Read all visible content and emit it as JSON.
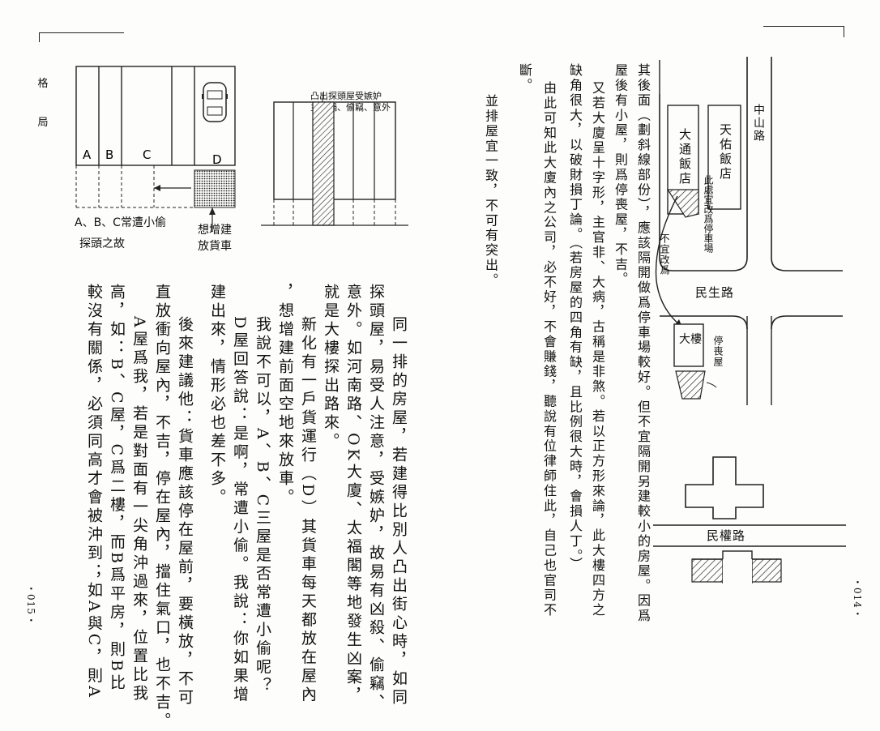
{
  "left_page": {
    "header": [
      "格",
      "局"
    ],
    "page_number": "・015・",
    "fig1": {
      "shops": [
        "A",
        "B",
        "C",
        "D"
      ],
      "caption_lines": [
        "A、B、C常遭小偷",
        "探頭之故"
      ],
      "note_lines": [
        "想增建",
        "放貨車"
      ]
    },
    "fig2": {
      "caption_lines": [
        "凸出探頭屋受嫉妒",
        "主兇禍、偷竊、意外"
      ]
    },
    "body_columns": [
      "同一排的房屋，若建得比別人凸出街心時，如同",
      "探頭屋，易受人注意，受嫉妒，故易有凶殺、偷竊、",
      "意外。如河南路、OK大廈、太福閣等地發生凶案，",
      "就是大樓探出路來。",
      "新化有一戶貨運行（D）其貨車每天都放在屋內",
      "，想增建前面空地來放車。",
      "我說不可以，A、B、C三屋是否常遭小偷呢？",
      "D屋回答說：是啊，常遭小偷。我說：你如果增",
      "建出來，情形必也差不多。",
      "後來建議他：貨車應該停在屋前，要橫放，不可",
      "直放衝向屋內，不吉，停在屋內，擋住氣口，也不吉。",
      "A屋爲我，若是對面有一尖角沖過來，位置比我",
      "高，如：B、C屋，C爲二樓，而B爲平房，則B比",
      "較沒有關係，必須同高才會被沖到；如A與C，則A"
    ]
  },
  "right_page": {
    "page_number": "・014・",
    "body_columns": [
      "其後面（劃斜線部份），應該隔開做爲停車場較好。但不宜隔開另建較小的房屋。因爲",
      "屋後有小屋，則爲停喪屋，不吉。",
      "又若大廈呈十字形，主官非、大病，古稱是非煞。若以正方形來論，此大樓四方之",
      "缺角很大，以破財損丁論。（若房屋的四角有缺，且比例很大時，會損人丁。）",
      "由此可知此大廈內之公司，必不好，不會賺錢，聽說有位律師住此，自己也官司不",
      "斷。",
      "並排屋宜一致，不可有突出。"
    ],
    "map": {
      "roads": [
        "中山路",
        "民生路",
        "民權路"
      ],
      "buildings": [
        "大通飯店",
        "天佑飯店",
        "大樓"
      ],
      "notes": [
        "此處宜改爲停車場",
        "不宜改爲",
        "停喪屋"
      ]
    }
  }
}
